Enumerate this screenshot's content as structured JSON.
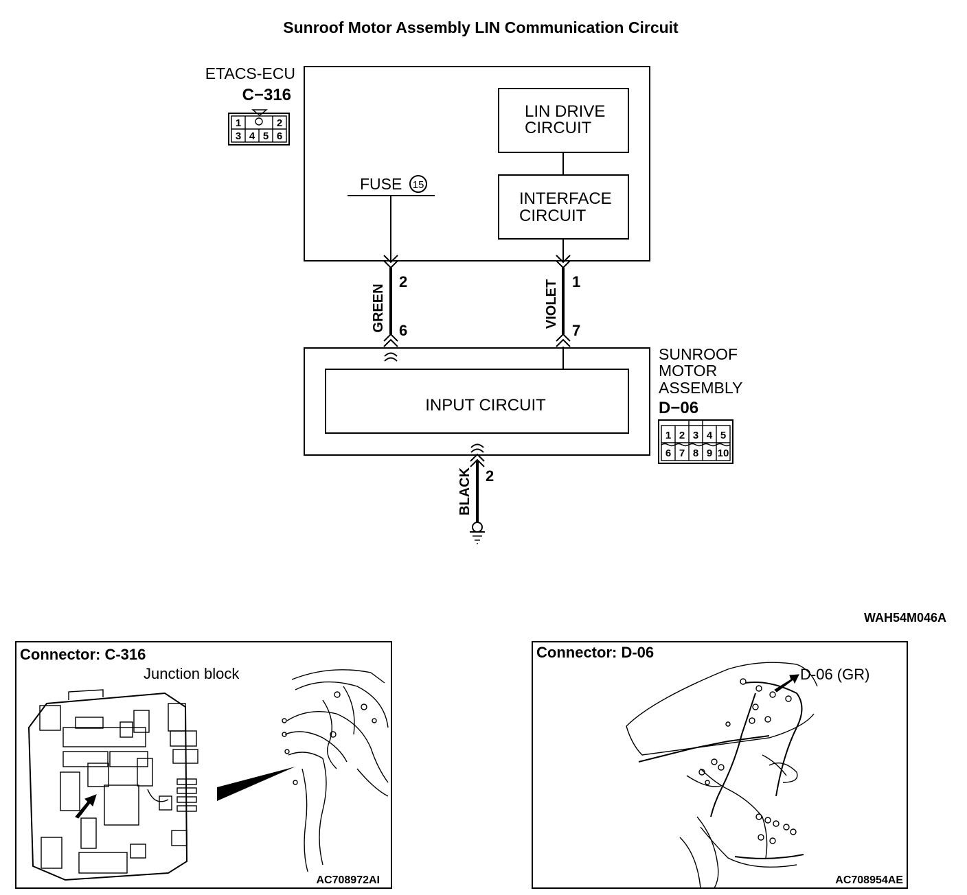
{
  "title": "Sunroof Motor Assembly LIN Communication Circuit",
  "etacs": {
    "name": "ETACS-ECU",
    "connector": "C−316",
    "pins_top": [
      "1",
      "2"
    ],
    "pins_bottom": [
      "3",
      "4",
      "5",
      "6"
    ]
  },
  "lin_drive": {
    "line1": "LIN DRIVE",
    "line2": "CIRCUIT"
  },
  "interface": {
    "line1": "INTERFACE",
    "line2": "CIRCUIT"
  },
  "fuse": {
    "label": "FUSE",
    "number": "15"
  },
  "wire_green": {
    "color": "GREEN",
    "pin_top": "2",
    "pin_bottom": "6"
  },
  "wire_violet": {
    "color": "VIOLET",
    "pin_top": "1",
    "pin_bottom": "7"
  },
  "wire_black": {
    "color": "BLACK",
    "pin": "2"
  },
  "sunroof": {
    "line1": "SUNROOF",
    "line2": "MOTOR",
    "line3": "ASSEMBLY",
    "connector": "D−06",
    "pins_top": [
      "1",
      "2",
      "3",
      "4",
      "5"
    ],
    "pins_bottom": [
      "6",
      "7",
      "8",
      "9",
      "10"
    ]
  },
  "input_circuit": "INPUT CIRCUIT",
  "figure_code": "WAH54M046A",
  "panel_left": {
    "header": "Connector: C-316",
    "label": "Junction block",
    "code": "AC708972AI"
  },
  "panel_right": {
    "header": "Connector: D-06",
    "label": "D-06 (GR)",
    "code": "AC708954AE"
  }
}
